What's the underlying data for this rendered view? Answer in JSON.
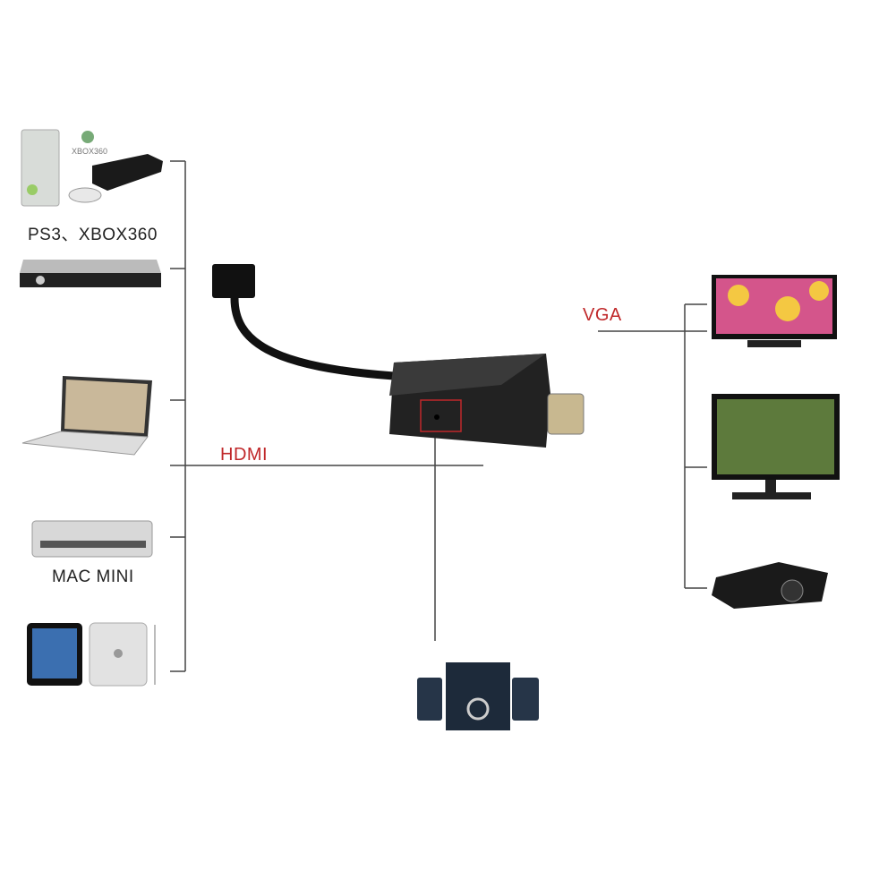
{
  "labels": {
    "consoles": "PS3、XBOX360",
    "mac_mini": "MAC MINI",
    "hdmi": "HDMI",
    "vga": "VGA"
  },
  "logos": {
    "xbox": "XBOX360"
  },
  "colors": {
    "line": "#333333",
    "accent": "#c0282a",
    "device": "#111111"
  }
}
